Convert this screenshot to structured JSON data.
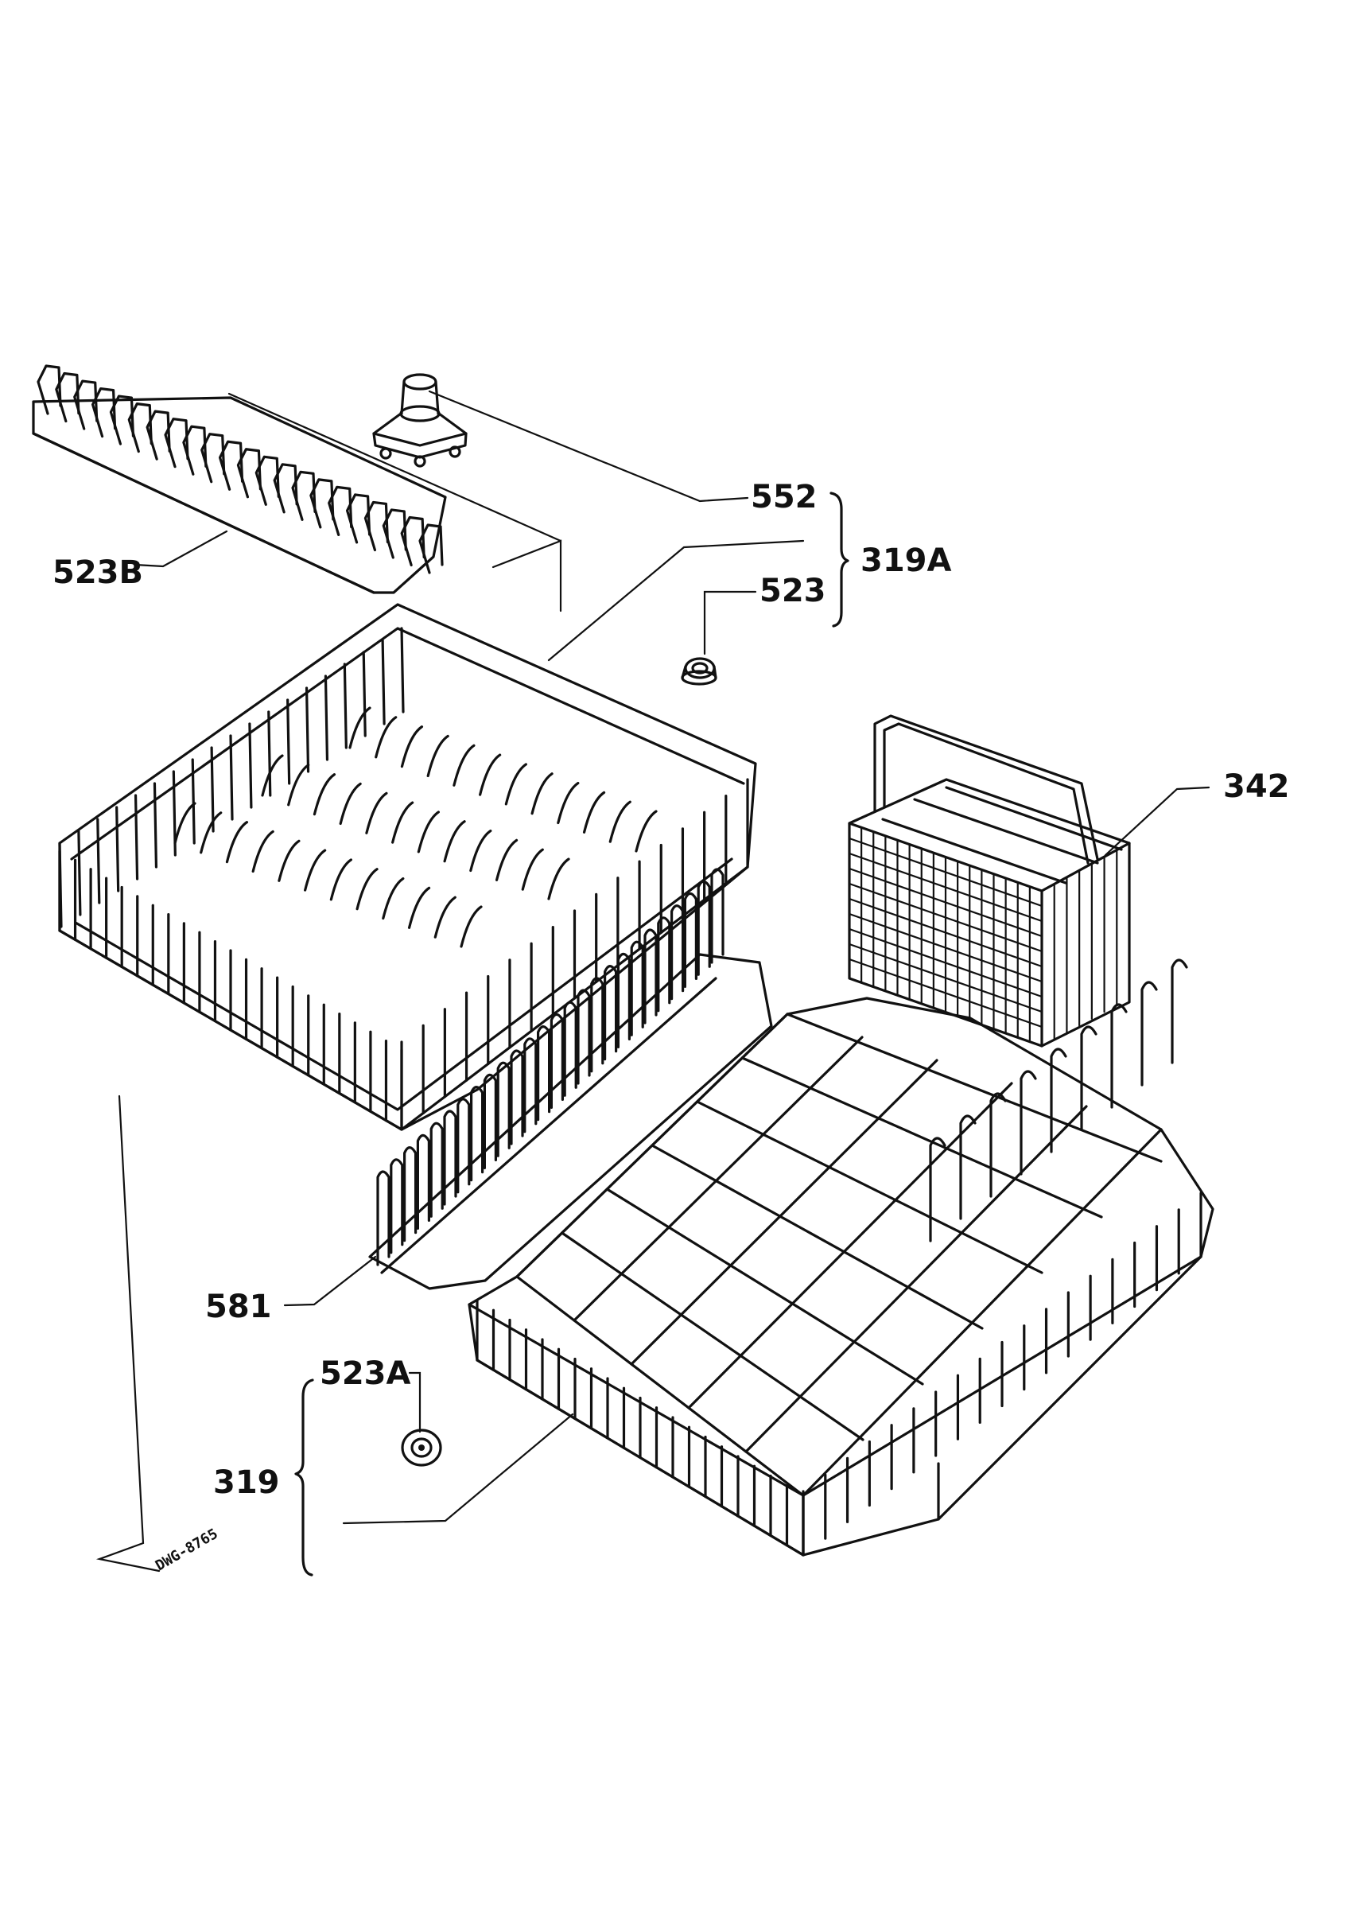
{
  "labels": {
    "p552": "552",
    "p319A": "319A",
    "p523": "523",
    "p523B": "523B",
    "p342": "342",
    "p581": "581",
    "p523A": "523A",
    "p319": "319",
    "drawing_code": "DWG-8765"
  },
  "colors": {
    "ink": "#111111",
    "paper": "#ffffff"
  }
}
